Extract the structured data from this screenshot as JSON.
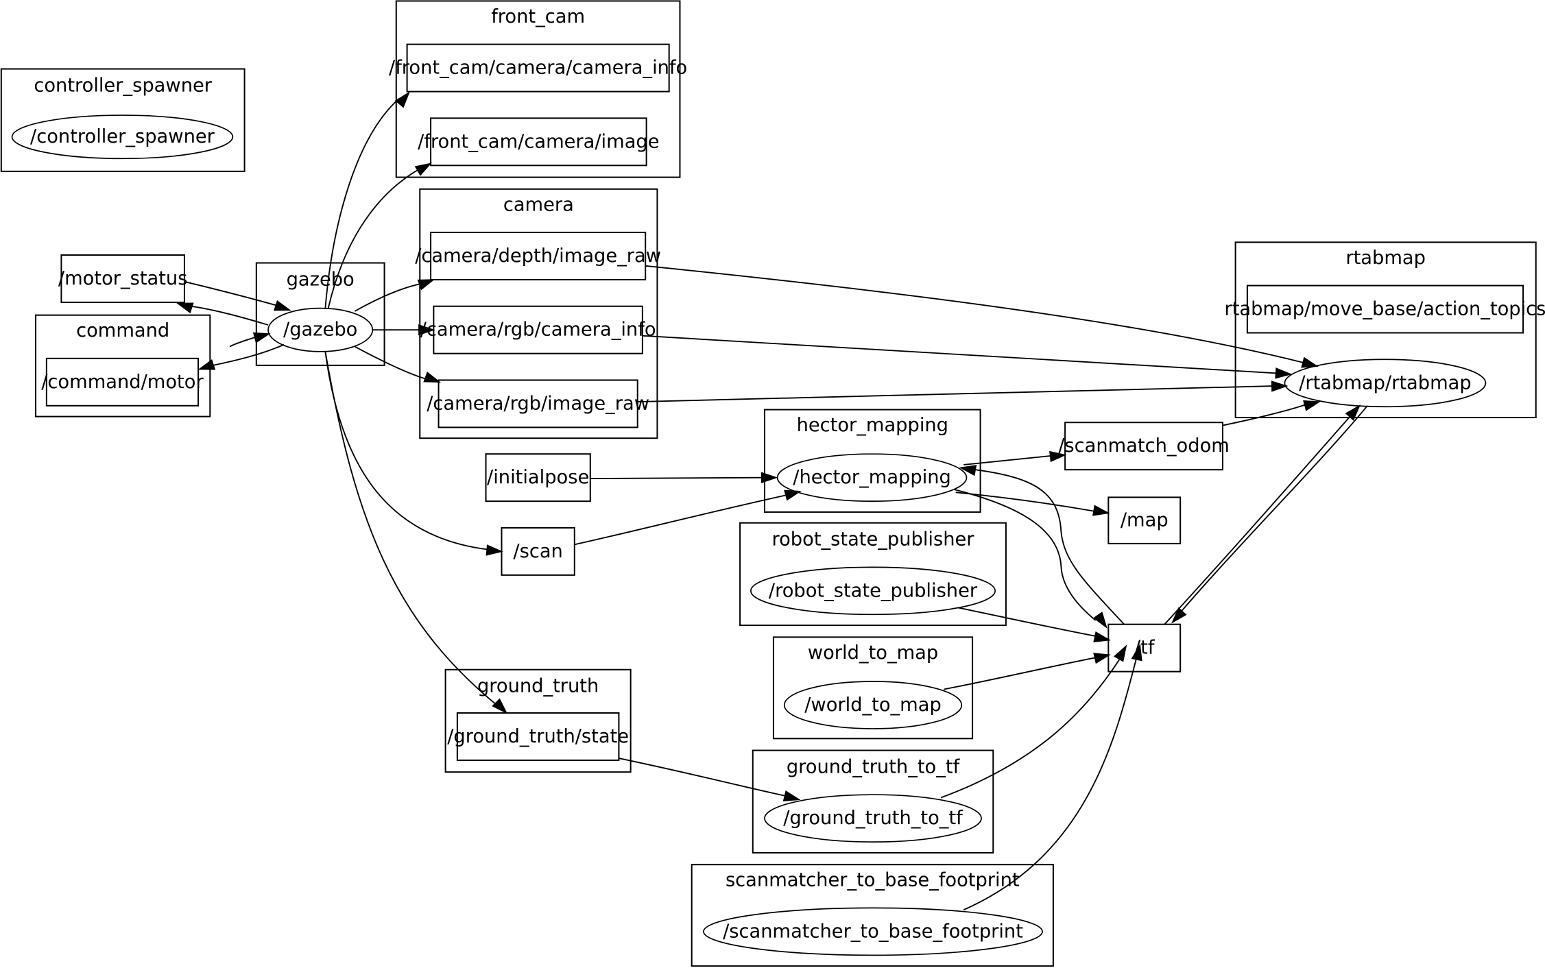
{
  "graph": {
    "title": "ROS computation graph",
    "clusters": {
      "controller_spawner": "controller_spawner",
      "front_cam": "front_cam",
      "camera": "camera",
      "gazebo": "gazebo",
      "command": "command",
      "rtabmap": "rtabmap",
      "hector_mapping": "hector_mapping",
      "robot_state_publisher": "robot_state_publisher",
      "world_to_map": "world_to_map",
      "ground_truth": "ground_truth",
      "ground_truth_to_tf": "ground_truth_to_tf",
      "scanmatcher_to_base_footprint": "scanmatcher_to_base_footprint"
    },
    "nodes": {
      "controller_spawner": "/controller_spawner",
      "gazebo": "/gazebo",
      "rtabmap": "/rtabmap/rtabmap",
      "hector_mapping": "/hector_mapping",
      "robot_state_publisher": "/robot_state_publisher",
      "world_to_map": "/world_to_map",
      "ground_truth_to_tf": "/ground_truth_to_tf",
      "scanmatcher_to_base_footprint": "/scanmatcher_to_base_footprint"
    },
    "topics": {
      "front_cam_info": "/front_cam/camera/camera_info",
      "front_cam_image": "/front_cam/camera/image",
      "depth_image_raw": "/camera/depth/image_raw",
      "rgb_camera_info": "/camera/rgb/camera_info",
      "rgb_image_raw": "/camera/rgb/image_raw",
      "motor_status": "/motor_status",
      "command_motor": "/command/motor",
      "move_base_action_topics": "rtabmap/move_base/action_topics",
      "scanmatch_odom": "/scanmatch_odom",
      "initialpose": "/initialpose",
      "map": "/map",
      "scan": "/scan",
      "tf": "/tf",
      "ground_truth_state": "/ground_truth/state"
    },
    "edges": [
      {
        "from": "/gazebo",
        "to": "/front_cam/camera/camera_info"
      },
      {
        "from": "/gazebo",
        "to": "/front_cam/camera/image"
      },
      {
        "from": "/gazebo",
        "to": "/camera/depth/image_raw"
      },
      {
        "from": "/gazebo",
        "to": "/camera/rgb/camera_info"
      },
      {
        "from": "/gazebo",
        "to": "/camera/rgb/image_raw"
      },
      {
        "from": "/motor_status",
        "to": "/gazebo"
      },
      {
        "from": "/gazebo",
        "to": "/motor_status"
      },
      {
        "from": "/command/motor",
        "to": "/gazebo"
      },
      {
        "from": "/gazebo",
        "to": "/command/motor"
      },
      {
        "from": "/gazebo",
        "to": "/scan"
      },
      {
        "from": "/gazebo",
        "to": "/ground_truth/state"
      },
      {
        "from": "/camera/depth/image_raw",
        "to": "/rtabmap/rtabmap"
      },
      {
        "from": "/camera/rgb/camera_info",
        "to": "/rtabmap/rtabmap"
      },
      {
        "from": "/camera/rgb/image_raw",
        "to": "/rtabmap/rtabmap"
      },
      {
        "from": "/scanmatch_odom",
        "to": "/rtabmap/rtabmap"
      },
      {
        "from": "/tf",
        "to": "/rtabmap/rtabmap"
      },
      {
        "from": "/rtabmap/rtabmap",
        "to": "/tf"
      },
      {
        "from": "/initialpose",
        "to": "/hector_mapping"
      },
      {
        "from": "/scan",
        "to": "/hector_mapping"
      },
      {
        "from": "/hector_mapping",
        "to": "/scanmatch_odom"
      },
      {
        "from": "/tf",
        "to": "/hector_mapping"
      },
      {
        "from": "/hector_mapping",
        "to": "/map"
      },
      {
        "from": "/hector_mapping",
        "to": "/tf"
      },
      {
        "from": "/robot_state_publisher",
        "to": "/tf"
      },
      {
        "from": "/world_to_map",
        "to": "/tf"
      },
      {
        "from": "/ground_truth/state",
        "to": "/ground_truth_to_tf"
      },
      {
        "from": "/ground_truth_to_tf",
        "to": "/tf"
      },
      {
        "from": "/scanmatcher_to_base_footprint",
        "to": "/tf"
      }
    ]
  }
}
